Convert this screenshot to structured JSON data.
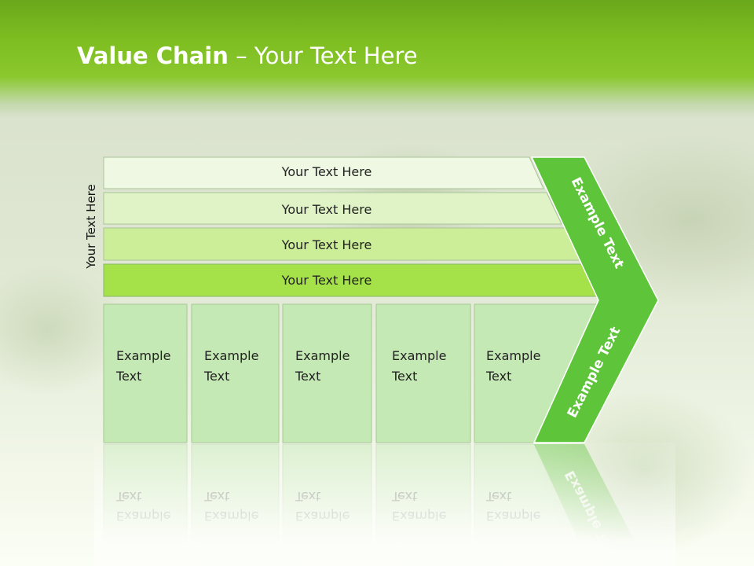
{
  "title": {
    "bold": "Value Chain",
    "rest": " – Your Text Here"
  },
  "side_label": "Your Text Here",
  "bars": [
    {
      "label": "Your Text Here"
    },
    {
      "label": "Your Text Here"
    },
    {
      "label": "Your Text Here"
    },
    {
      "label": "Your Text Here"
    }
  ],
  "boxes": [
    {
      "line1": "Example",
      "line2": "Text"
    },
    {
      "line1": "Example",
      "line2": "Text"
    },
    {
      "line1": "Example",
      "line2": "Text"
    },
    {
      "line1": "Example",
      "line2": "Text"
    },
    {
      "line1": "Example",
      "line2": "Text"
    }
  ],
  "arrow": {
    "upper": "Example Text",
    "lower": "Example Text"
  },
  "colors": {
    "header": "#7fbe21",
    "bars": [
      "#eef8e2",
      "#e0f3c6",
      "#ccee98",
      "#a5e24a"
    ],
    "boxes": "#c4e9b4",
    "arrow": "#5ec43a"
  }
}
